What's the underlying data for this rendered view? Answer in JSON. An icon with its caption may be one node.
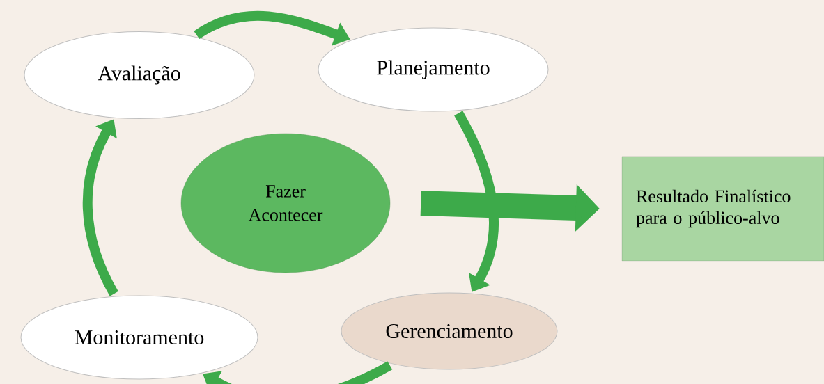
{
  "diagram": {
    "nodes": [
      {
        "text": [
          "Avaliação"
        ]
      },
      {
        "text": [
          "Planejamento"
        ]
      },
      {
        "text": [
          "Fazer Acontecer"
        ]
      },
      {
        "text": [
          "Resultado Finalístico para o público-alvo"
        ]
      },
      {
        "text": [
          "Monitoramento"
        ]
      },
      {
        "text": [
          "Gerenciamento"
        ]
      }
    ],
    "edges": [
      {
        "from": 0,
        "to": 1,
        "arrow": "to"
      },
      {
        "from": 1,
        "to": 5,
        "arrow": "to"
      },
      {
        "from": 5,
        "to": 4,
        "arrow": "to"
      },
      {
        "from": 4,
        "to": 0,
        "arrow": "to"
      },
      {
        "from": 2,
        "to": 3,
        "arrow": "to",
        "style": "thick"
      }
    ]
  }
}
